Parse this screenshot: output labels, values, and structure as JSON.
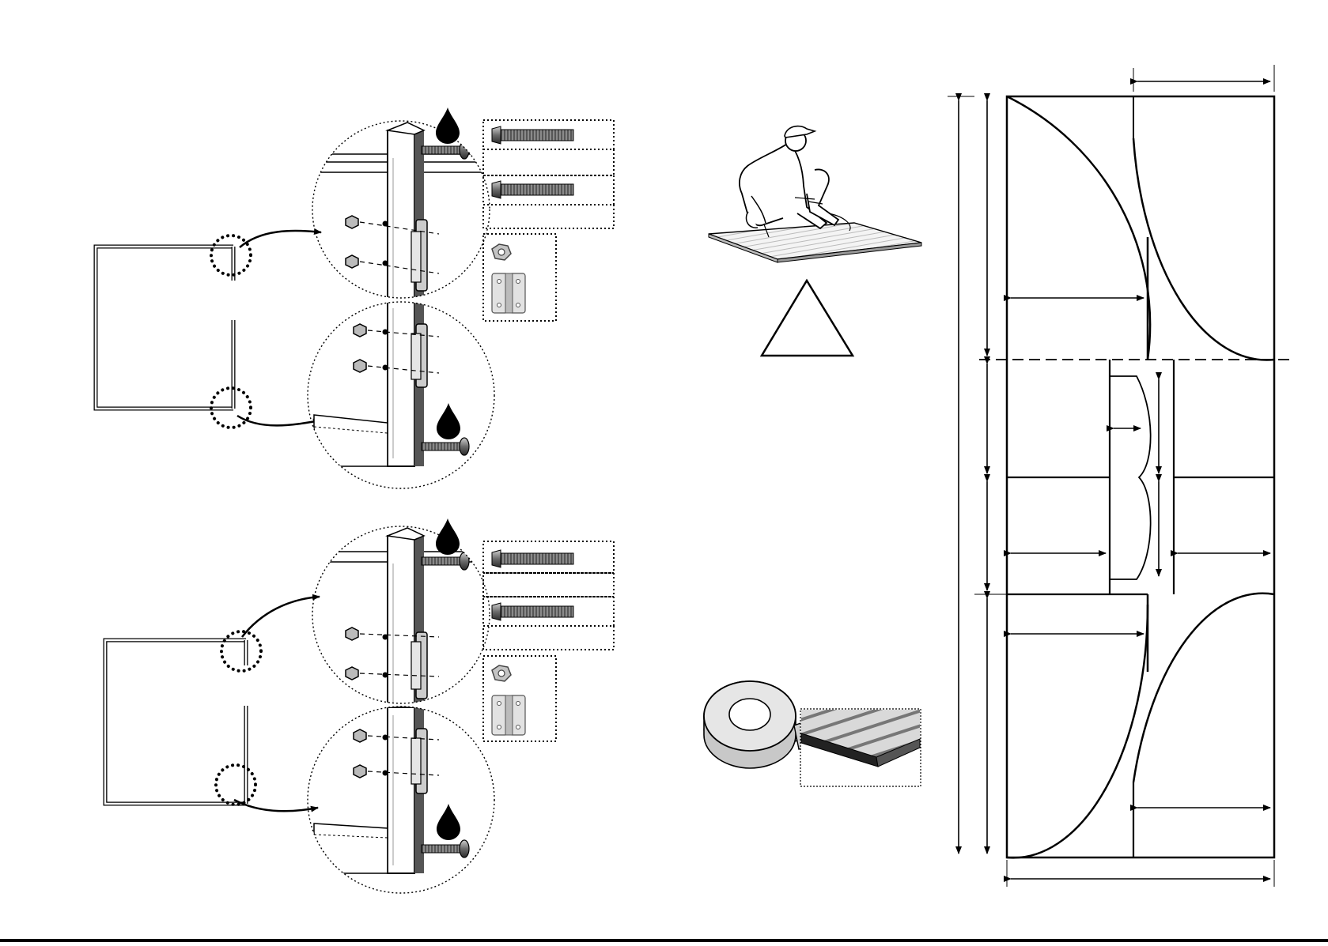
{
  "page": {
    "background": "#ffffff",
    "ink": "#000000",
    "text_labels": []
  },
  "left_column": {
    "steps": [
      {
        "frame": "open-frame-with-hinged-corner",
        "callouts": [
          "upper-corner-detail",
          "lower-corner-detail"
        ],
        "warning_icons": [
          "oil-drop-icon",
          "oil-drop-icon"
        ],
        "parts": [
          "long-bolt-icon",
          "medium-bolt-icon",
          "nut-icon",
          "hinge-icon"
        ]
      },
      {
        "frame": "open-frame-with-hinged-corner",
        "callouts": [
          "upper-corner-detail",
          "lower-corner-detail"
        ],
        "warning_icons": [
          "oil-drop-icon",
          "oil-drop-icon"
        ],
        "parts": [
          "long-bolt-icon",
          "medium-bolt-icon",
          "nut-icon",
          "hinge-icon"
        ]
      }
    ]
  },
  "middle_column": {
    "icons": [
      "worker-kneeling-on-mat-icon",
      "warning-triangle-icon",
      "tape-roll-icon",
      "tape-applied-to-edge-icon"
    ]
  },
  "right_column": {
    "plan": "cut-layout-with-quarter-arcs",
    "dimension_labels": []
  }
}
